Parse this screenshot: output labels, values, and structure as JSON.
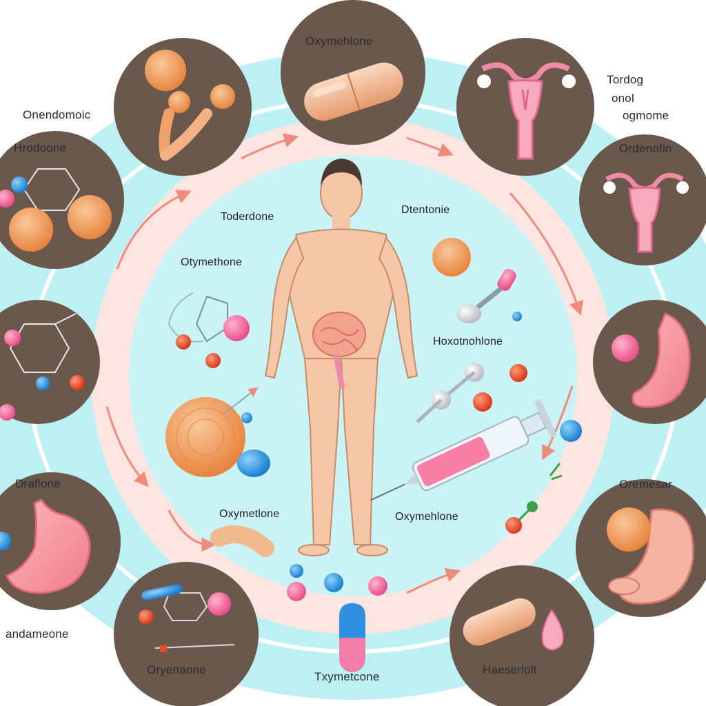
{
  "colors": {
    "outer_ring": "#bdf0f2",
    "track": "#fde6e1",
    "inner_disc": "#c9f3f5",
    "circle_bg": "#6b584c",
    "arrow": "#f08a7a",
    "skin": "#f6c7a6",
    "orange_ball": "#f2a35c",
    "pink_atom": "#f06fa0",
    "blue_atom": "#2f9be0",
    "red_atom": "#e84a2a"
  },
  "labels": {
    "top": "Oxymehlone",
    "top_right_1": "Tordog",
    "top_right_2": "onol",
    "top_right_3": "ogmome",
    "right_upper": "Ordenofin",
    "right_lower": "Oremesar",
    "bottom_right": "Haeserlolt",
    "bottom": "Txymetcone",
    "bottom_left_circle": "Oryenaone",
    "bottom_left": "andameone",
    "left_lower": "Draflone",
    "left_upper": "Hrodoone",
    "top_left": "Onendomoic",
    "inner_top_left": "Toderdone",
    "inner_top_right": "Dtentonie",
    "inner_left": "Otymethone",
    "inner_right": "Hoxotnohlone",
    "inner_bottom_left": "Oxymetlone",
    "inner_bottom_right": "Oxymehlone"
  },
  "icons": [
    "ball-joint-icon",
    "capsule-icon",
    "uterus-icon",
    "uterus-icon",
    "stomach-icon",
    "liver-icon",
    "capsule-drop-icon",
    "molecule-icon",
    "stomach-icon",
    "molecule-icon",
    "molecule-icon",
    "body-icon",
    "syringe-icon"
  ]
}
